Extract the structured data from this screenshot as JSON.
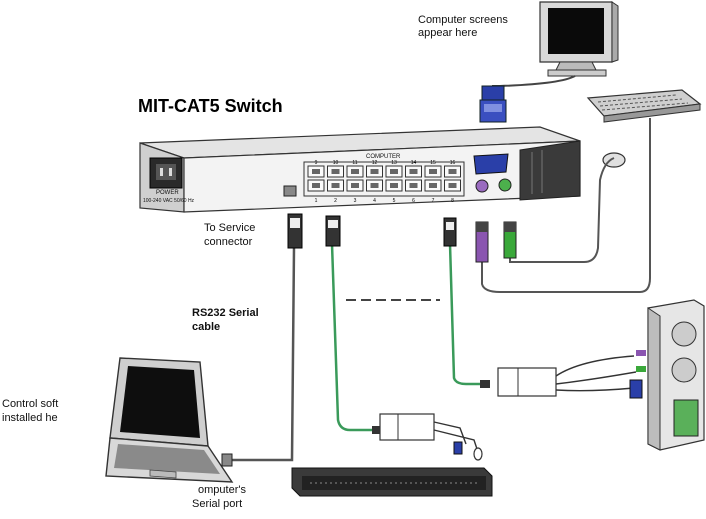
{
  "diagram": {
    "title": "MIT-CAT5 Switch",
    "labels": {
      "computer_screens_line1": "Computer screens",
      "computer_screens_line2": "appear here",
      "to_service_line1": "To Service",
      "to_service_line2": "connector",
      "rs232_line1": "RS232 Serial",
      "rs232_line2": "cable",
      "control_line1": "Control soft",
      "control_line2": "installed he",
      "serial_port_line1": "omputer's",
      "serial_port_line2": "Serial port"
    },
    "panel": {
      "power_label": "POWER",
      "power_sub": "100-240 VAC 50/60 Hz",
      "computer_label": "COMPUTER",
      "port_numbers_top": [
        "9",
        "10",
        "11",
        "12",
        "13",
        "14",
        "15",
        "16"
      ],
      "port_numbers_bottom": [
        "1",
        "2",
        "3",
        "4",
        "5",
        "6",
        "7",
        "8"
      ]
    },
    "colors": {
      "cable_dark": "#555555",
      "cable_green": "#3a9a5a",
      "plug_purple": "#8a55b0",
      "plug_green": "#3aa83a",
      "vga_blue": "#2a3fa8"
    }
  }
}
